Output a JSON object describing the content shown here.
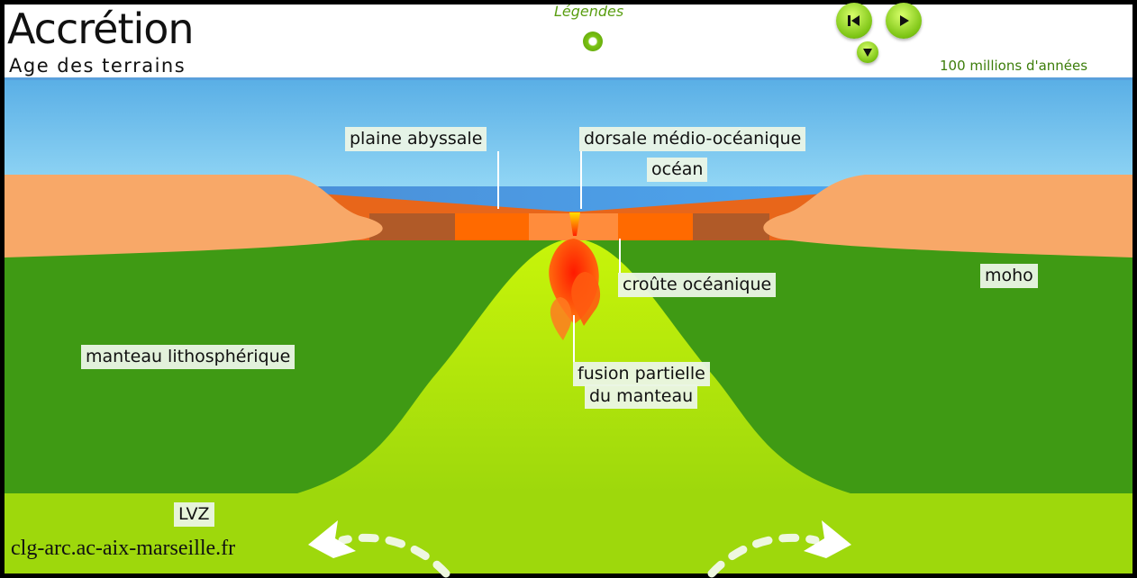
{
  "header": {
    "title": "Accrétion",
    "subtitle": "Age des terrains",
    "legend_toggle_label": "Légendes",
    "timeline": {
      "scale_label": "100 millions d'années",
      "position_fraction": 0.5,
      "rewind_icon": "skip-back-icon",
      "play_icon": "play-icon"
    }
  },
  "diagram": {
    "labels": {
      "plaine": "plaine abyssale",
      "dorsale": "dorsale médio-océanique",
      "ocean": "océan",
      "croute": "croûte océanique",
      "moho": "moho",
      "manteau": "manteau lithosphérique",
      "fusion1": "fusion partielle",
      "fusion2": "du manteau",
      "lvz": "LVZ"
    },
    "colors": {
      "sky": "#7ccdf2",
      "ocean": "#4d95dc",
      "continent": "#f8a868",
      "mantle": "#3f9a14",
      "asthenosphere": "#9ed80c",
      "magma": "#ff3a00"
    }
  },
  "watermark": "clg-arc.ac-aix-marseille.fr"
}
